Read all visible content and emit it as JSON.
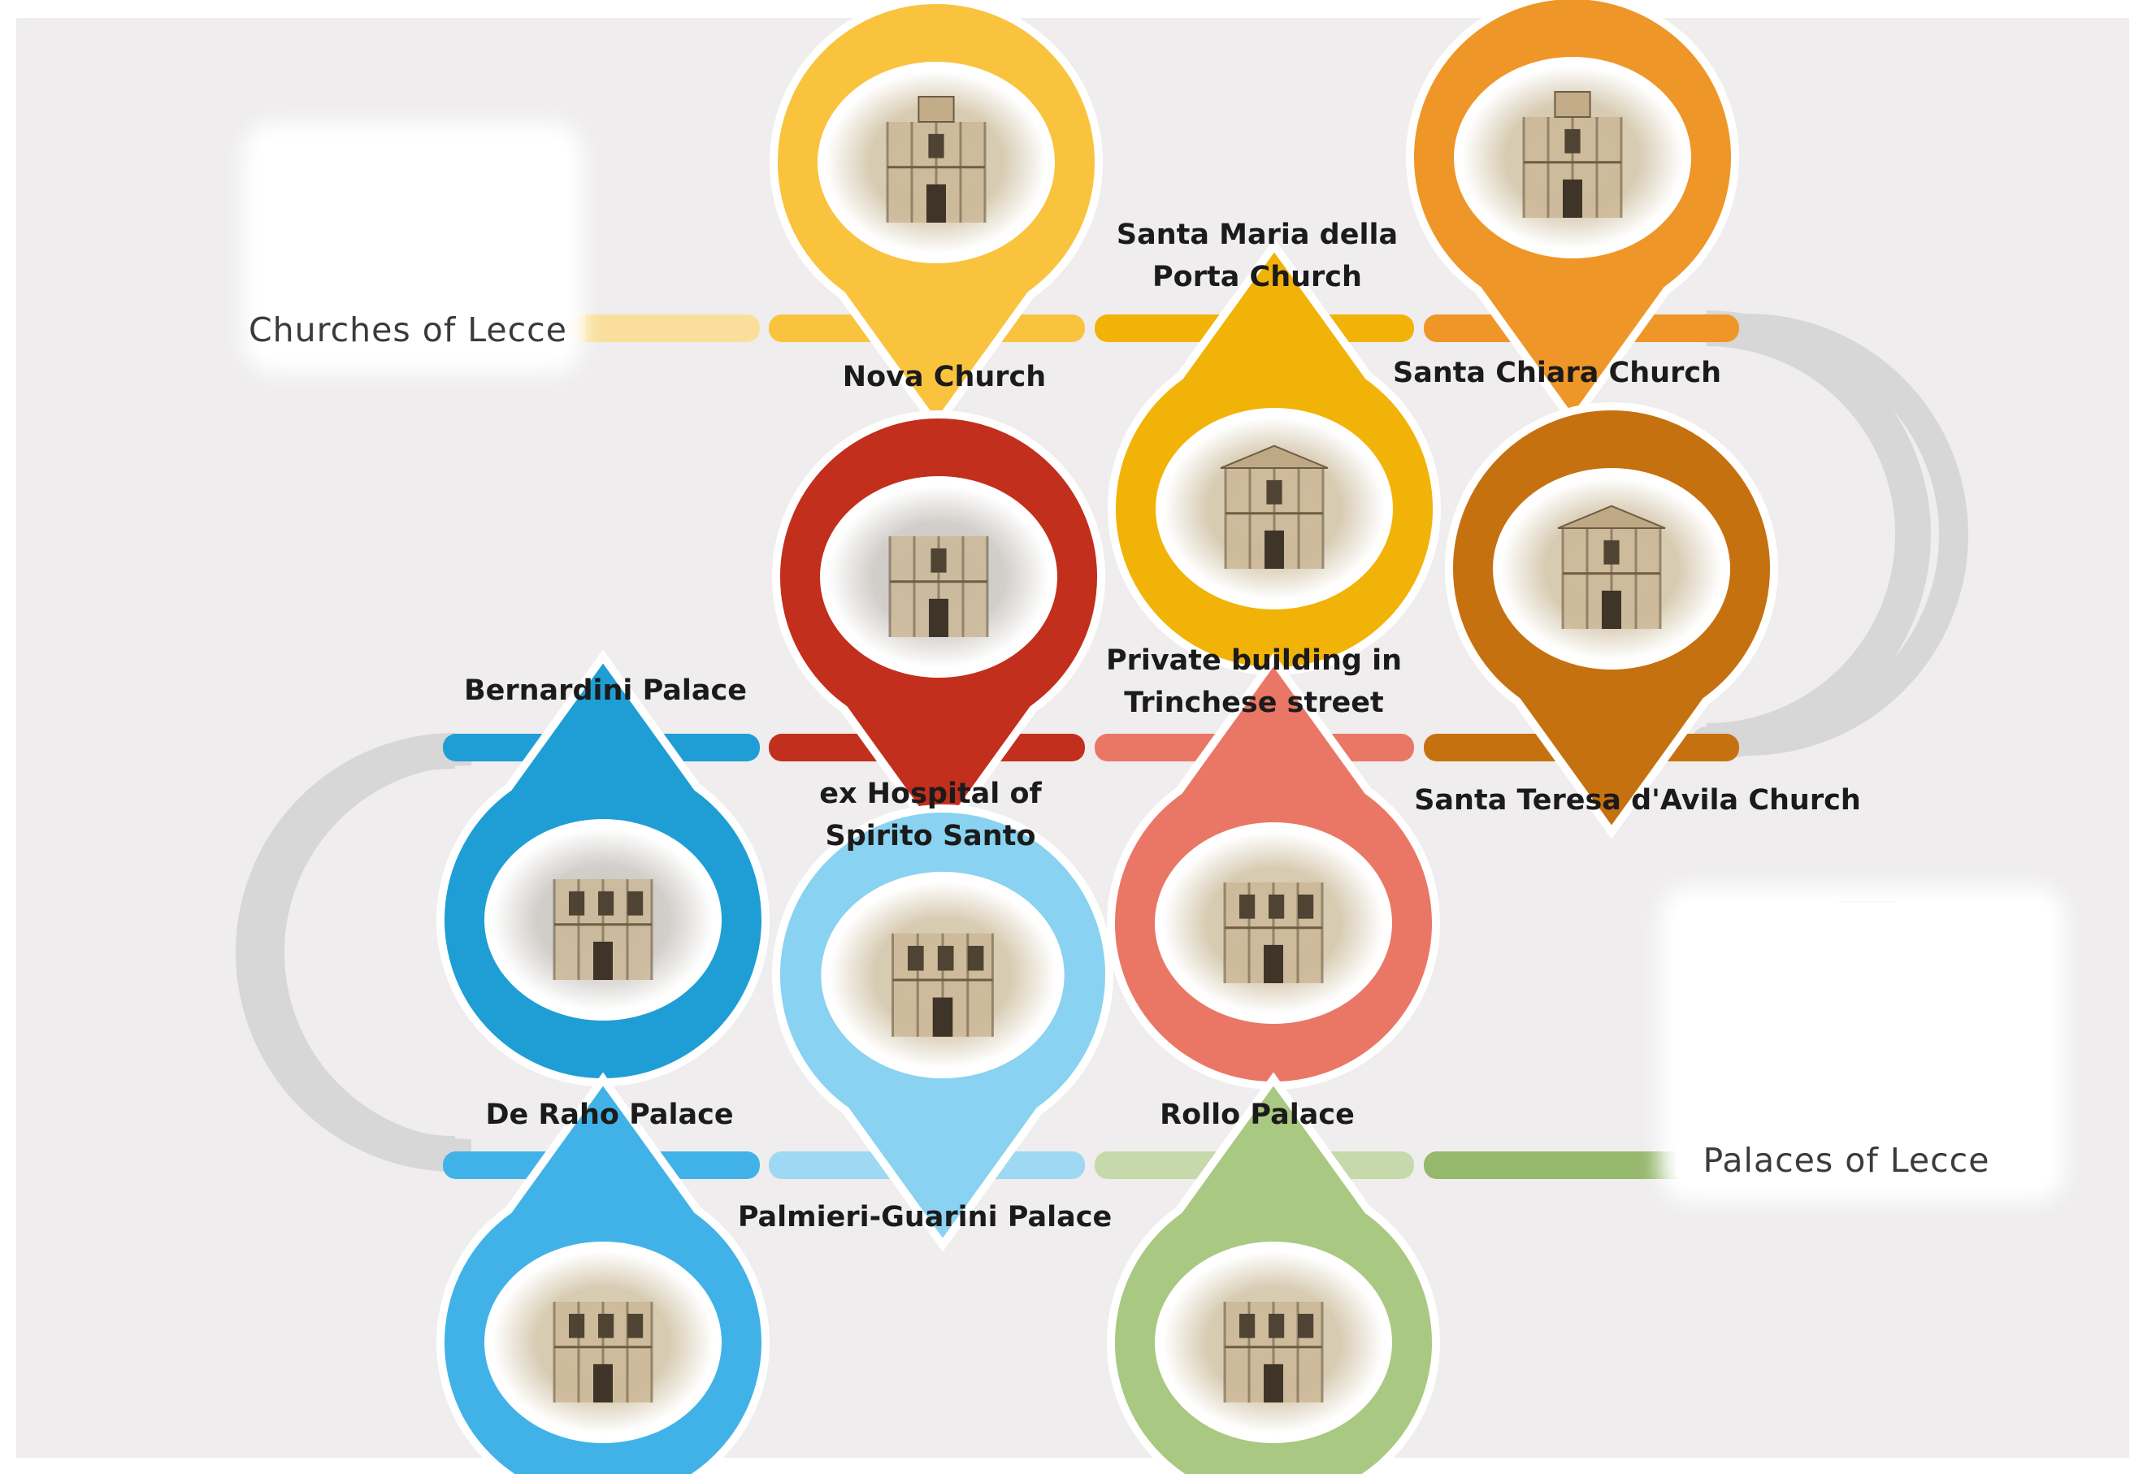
{
  "start": {
    "title": "Churches of Lecce",
    "icon": "church-drawing-icon"
  },
  "end": {
    "title": "Palaces of Lecce",
    "icon": "palace-drawing-icon"
  },
  "stops": [
    {
      "id": "nova-church",
      "name": [
        "Nova Church"
      ],
      "color": "#f9c33e",
      "building": "baroque-church-facade-icon"
    },
    {
      "id": "santa-maria-della-porta-church",
      "name": [
        "Santa Maria della",
        "Porta Church"
      ],
      "color": "#f2b308",
      "building": "classical-church-facade-icon"
    },
    {
      "id": "santa-chiara-church",
      "name": [
        "Santa Chiara Church"
      ],
      "color": "#ef9628",
      "building": "baroque-church-facade-icon"
    },
    {
      "id": "santa-teresa-davila-church",
      "name": [
        "Santa Teresa d'Avila Church"
      ],
      "color": "#c67110",
      "building": "wide-church-facade-icon"
    },
    {
      "id": "private-building-trinchese-street",
      "name": [
        "Private building in",
        "Trinchese street"
      ],
      "color": "#ea7766",
      "building": "palazzo-facade-icon"
    },
    {
      "id": "ex-hospital-spirito-santo",
      "name": [
        "ex Hospital of",
        "Spirito Santo"
      ],
      "color": "#c22f1c",
      "building": "ornate-facade-icon"
    },
    {
      "id": "bernardini-palace",
      "name": [
        "Bernardini Palace"
      ],
      "color": "#1f9ed5",
      "building": "narrow-street-facade-icon"
    },
    {
      "id": "palmieri-guarini-palace",
      "name": [
        "Palmieri-Guarini Palace"
      ],
      "color": "#89d2f1",
      "building": "balcony-facade-icon"
    },
    {
      "id": "de-raho-palace",
      "name": [
        "De Raho Palace"
      ],
      "color": "#41b2e8",
      "building": "palace-facade-icon"
    },
    {
      "id": "rollo-palace",
      "name": [
        "Rollo Palace"
      ],
      "color": "#a9c881",
      "building": "street-facade-icon"
    }
  ],
  "track_colors": {
    "row1": [
      "#f9df9b",
      "#f9c33e",
      "#f2b308",
      "#ef9628"
    ],
    "row2": [
      "#1f9ed5",
      "#c22f1c",
      "#ea7766",
      "#c67110"
    ],
    "row3": [
      "#41b2e8",
      "#9fd8f2",
      "#c6d9ab",
      "#96b86d"
    ],
    "connector": "#d8d7d7"
  }
}
